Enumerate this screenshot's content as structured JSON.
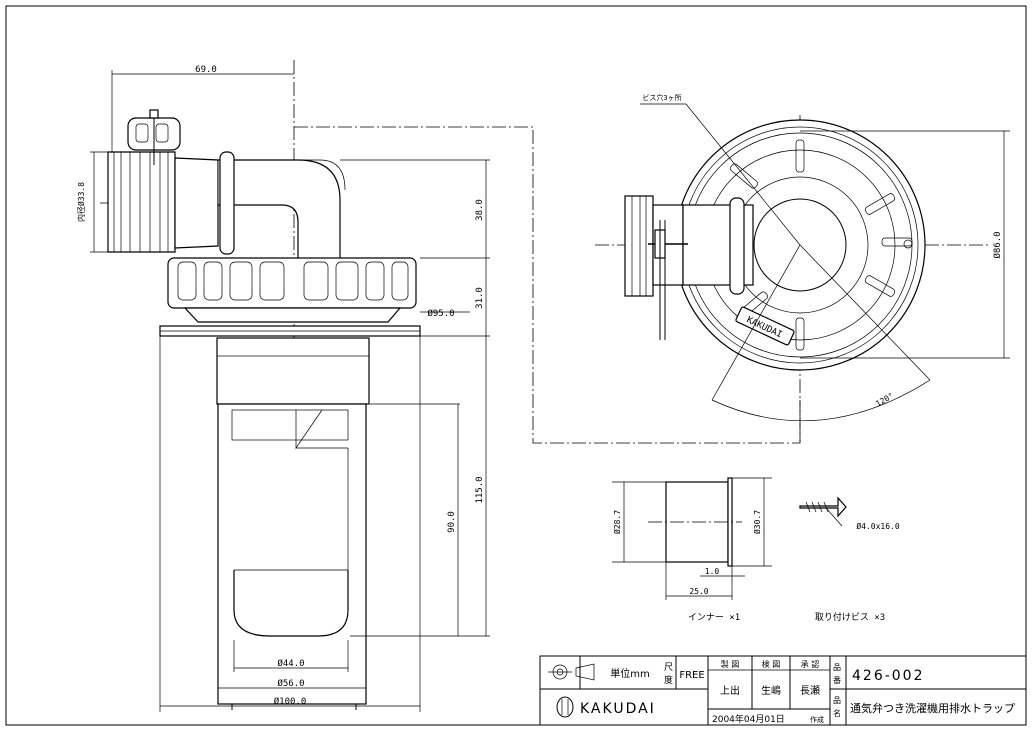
{
  "dimensions": {
    "width_69": "69.0",
    "inner_dia_33_8": "内径Ø33.8",
    "height_38": "38.0",
    "height_31": "31.0",
    "dia_95": "Ø95.0",
    "height_115": "115.0",
    "height_90": "90.0",
    "dia_44": "Ø44.0",
    "dia_56": "Ø56.0",
    "dia_100": "Ø100.0",
    "dia_86": "Ø86.0",
    "angle_120": "120°",
    "screw_note": "ビス穴3ヶ所",
    "inner_dia_28_7": "Ø28.7",
    "outer_dia_30_7": "Ø30.7",
    "length_1": "1.0",
    "length_25": "25.0",
    "screw_spec": "Ø4.0x16.0"
  },
  "parts": {
    "inner_label": "インナー ×1",
    "screw_label": "取り付けビス ×3",
    "logo_text": "KAKUDAI"
  },
  "title_block": {
    "unit_label": "単位mm",
    "scale_label_top": "尺",
    "scale_label_bottom": "度",
    "scale_value": "FREE",
    "drawn_header": "製 図",
    "checked_header": "検 図",
    "approved_header": "承 認",
    "drawn_by": "上出",
    "checked_by": "生嶋",
    "approved_by": "長瀬",
    "part_no_label_top": "品",
    "part_no_label_bottom": "番",
    "part_no": "426-002",
    "name_label_top": "品",
    "name_label_bottom": "名",
    "product_name": "通気弁つき洗濯機用排水トラップ",
    "company": "KAKUDAI",
    "date": "2004年04月01日",
    "date_suffix": "作成"
  }
}
